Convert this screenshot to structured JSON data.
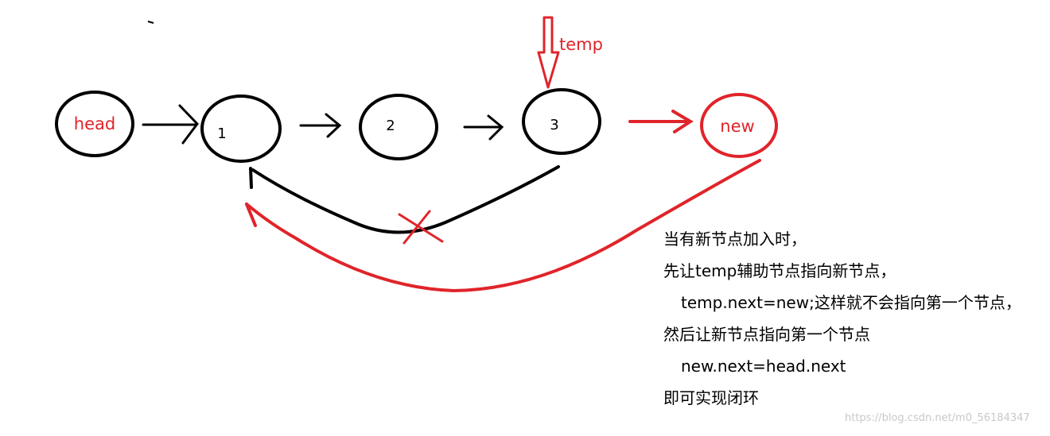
{
  "nodes": {
    "head": "head",
    "n1": "1",
    "n2": "2",
    "n3": "3",
    "new": "new"
  },
  "pointer": {
    "temp": "temp"
  },
  "notes": [
    "当有新节点加入时，",
    "先让temp辅助节点指向新节点，",
    "temp.next=new;这样就不会指向第一个节点，",
    "然后让新节点指向第一个节点",
    "new.next=head.next",
    "即可实现闭环"
  ],
  "watermark": "https://blog.csdn.net/m0_56184347",
  "colors": {
    "highlight": "#e0242a",
    "ink": "#000000"
  }
}
